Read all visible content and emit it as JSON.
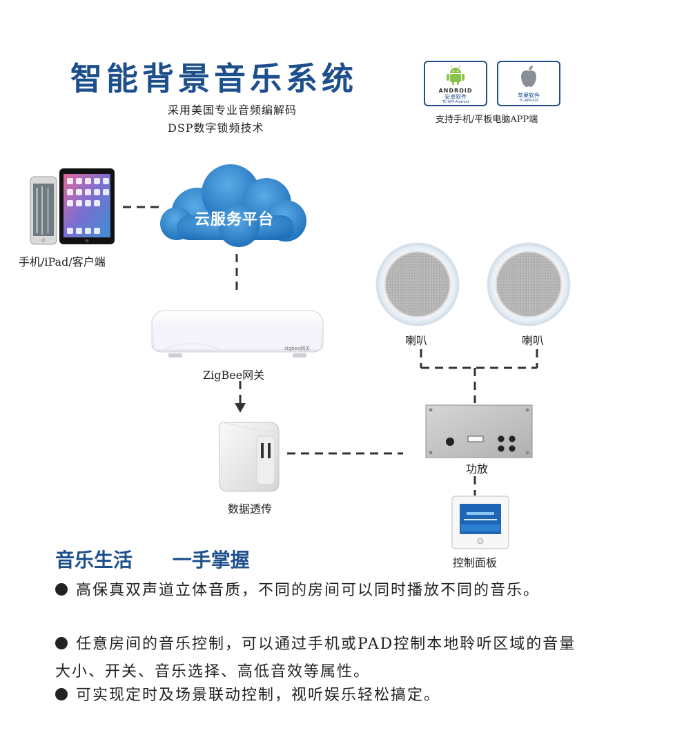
{
  "header": {
    "title": "智能背景音乐系统",
    "subtitle_line1": "采用美国专业音频编解码",
    "subtitle_line2": "DSP数字锁频技术"
  },
  "badges": [
    {
      "brand": "ANDROID",
      "name": "安卓软件",
      "code": "TC-APP-Android"
    },
    {
      "brand": "",
      "name": "苹果软件",
      "code": "TC-APP-iOS"
    }
  ],
  "badge_caption": "支持手机/平板电脑APP端",
  "diagram": {
    "cloud_label": "云服务平台",
    "clients_label": "手机/iPad/客户端",
    "gateway_label": "ZigBee网关",
    "gateway_device_text": "zigbee网关",
    "transparent_label": "数据透传",
    "amp_label": "功放",
    "speaker_left_label": "喇叭",
    "speaker_right_label": "喇叭",
    "panel_label": "控制面板"
  },
  "section": {
    "title_a": "音乐生活",
    "title_b": "一手掌握"
  },
  "features": [
    "高保真双声道立体音质，不同的房间可以同时播放不同的音乐。",
    "任意房间的音乐控制，可以通过手机或PAD控制本地聆听区域的音量大小、开关、音乐选择、高低音效等属性。",
    "可实现定时及场景联动控制，视听娱乐轻松搞定。"
  ],
  "colors": {
    "title_blue": "#1c4f8c",
    "cloud_blue": "#2a7fc8",
    "badge_border": "#1d4f91",
    "android_green": "#8bc34a"
  }
}
